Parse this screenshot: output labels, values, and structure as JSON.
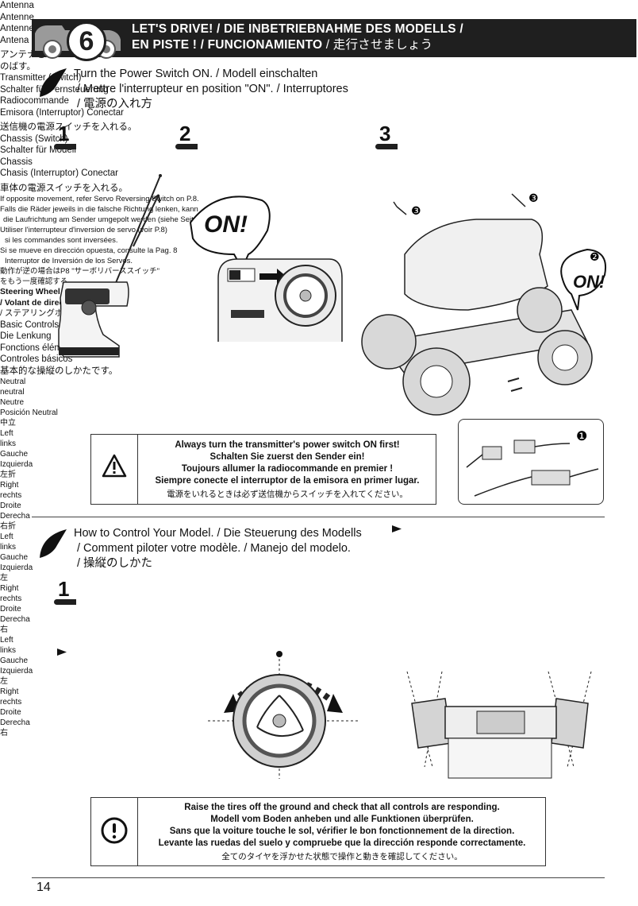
{
  "header": {
    "step_number": "6",
    "title_line1": "LET'S DRIVE! / DIE INBETRIEBNAHME DES MODELLS /",
    "title_line2_en": "EN PISTE ! / FUNCIONAMIENTO",
    "title_line2_jp": " / 走行させましょう"
  },
  "section1": {
    "title_line1": "Turn the Power Switch ON. / Modell einschalten",
    "title_line2": "/ Mettre l'interrupteur en position \"ON\". / Interruptores",
    "title_line3": "/ 電源の入れ方",
    "step1": {
      "number": "1",
      "lines": [
        "Antenna",
        "Antenne",
        "Antenne",
        "Antena"
      ],
      "jp_line1": "アンテナを",
      "jp_line2": "のばす。"
    },
    "step2": {
      "number": "2",
      "lines": [
        "Transmitter (Switch)",
        "Schalter für Fernsteuerung",
        "Radiocommande",
        "Emisora (Interruptor) Conectar"
      ],
      "jp": "送信機の電源スイッチを入れる。"
    },
    "step3": {
      "number": "3",
      "lines": [
        "Chassis (Switch)",
        "Schalter für Modell",
        "Chassis",
        "Chasis (Interruptor) Conectar"
      ],
      "jp": "車体の電源スイッチを入れる。"
    },
    "on_bubble_left": "ON!",
    "on_bubble_right": "ON!",
    "callout_num_1": "❶",
    "callout_num_2": "❷",
    "callout_num_3": "❸",
    "warning": {
      "line1": "Always turn the transmitter's power switch ON first!",
      "line2": "Schalten Sie zuerst den Sender ein!",
      "line3": "Toujours allumer la radiocommande en premier !",
      "line4": "Siempre conecte el interruptor de la emisora en primer lugar.",
      "jp": "電源をいれるときは必ず送信機からスイッチを入れてください。"
    }
  },
  "section2": {
    "title_line1": "How to Control Your Model. / Die Steuerung des Modells",
    "title_line2": "/ Comment piloter votre modèle. / Manejo del modelo.",
    "title_line3": "/ 操縦のしかた",
    "note": {
      "line1": "If opposite movement, refer Servo Reversing Switch on P.8.",
      "line2": "Falls die Räder jeweils in die falsche Richtung lenken, kann",
      "line3": "die Laufrichtung am Sender umgepolt werden (siehe Seite 8).",
      "line4": "Utiliser l'interrupteur d'inversion de servo (voir P.8)",
      "line5": "si les commandes sont inversées.",
      "line6": "Si se mueve en dirección opuesta, consulte la Pag. 8",
      "line7": "Interruptor de Inversión de los Servos.",
      "line8": "動作が逆の場合はP8 \"サーボリバーススイッチ\"",
      "line9": "をもう一度確認する。"
    },
    "step1": {
      "number": "1",
      "line1": "Steering Wheel / Lenkrad",
      "line2": "/ Volant de direction / Volante",
      "line3": "/ ステアリングホイール"
    },
    "basic_controls": [
      "Basic Controls",
      "Die Lenkung",
      "Fonctions élémentaires",
      "Controles básicos",
      "基本的な操縦のしかたです。"
    ],
    "neutral": [
      "Neutral",
      "neutral",
      "Neutre",
      "Posición Neutral",
      "中立"
    ],
    "left": [
      "Left",
      "links",
      "Gauche",
      "Izquierda",
      "左折"
    ],
    "right": [
      "Right",
      "rechts",
      "Droite",
      "Derecha",
      "右折"
    ],
    "car_left_a": [
      "Left",
      "links",
      "Gauche",
      "Izquierda",
      "左"
    ],
    "car_right_a": [
      "Right",
      "rechts",
      "Droite",
      "Derecha",
      "右"
    ],
    "car_left_b": [
      "Left",
      "links",
      "Gauche",
      "Izquierda",
      "左"
    ],
    "car_right_b": [
      "Right",
      "rechts",
      "Droite",
      "Derecha",
      "右"
    ],
    "warning": {
      "line1": "Raise the tires off the ground and check that all controls are responding.",
      "line2": "Modell vom Boden anheben und alle Funktionen überprüfen.",
      "line3": "Sans que la voiture touche le sol, vérifier le bon fonctionnement de la direction.",
      "line4": "Levante las ruedas del suelo y compruebe que la dirección responde correctamente.",
      "jp": "全てのタイヤを浮かせた状態で操作と動きを確認してください。"
    }
  },
  "page_number": "14"
}
